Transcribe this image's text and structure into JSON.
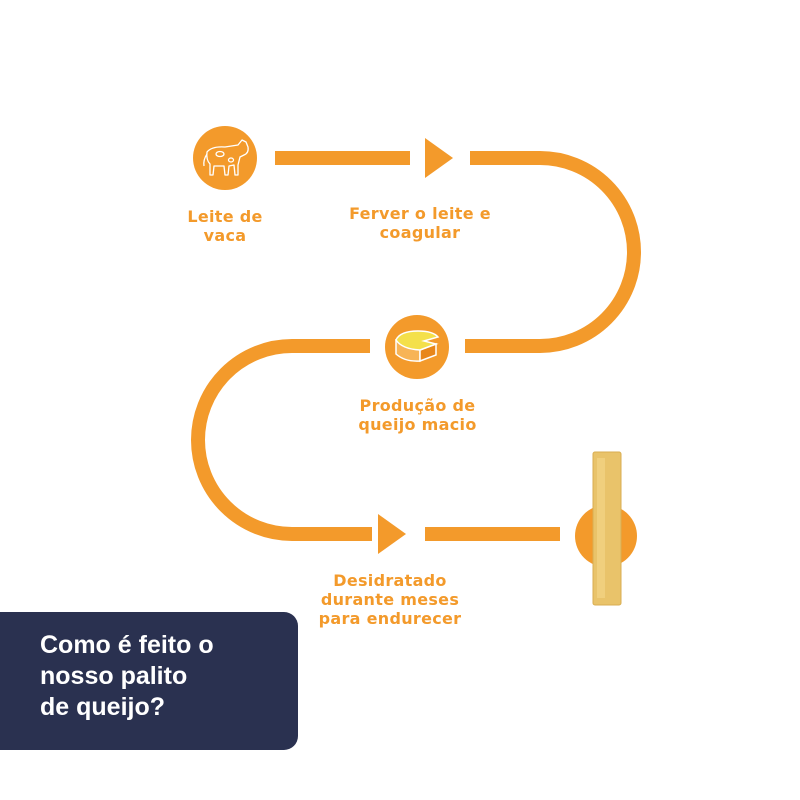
{
  "colors": {
    "accent": "#F39A2B",
    "title_bg": "#2A3150",
    "cheese_stick": "#E9C36A"
  },
  "steps": [
    {
      "icon": "cow-icon",
      "label_line1": "Leite de",
      "label_line2": "vaca"
    },
    {
      "icon": "arrow-icon",
      "label_line1": "Ferver o leite e",
      "label_line2": "coagular"
    },
    {
      "icon": "cheese-wheel-icon",
      "label_line1": "Produção de",
      "label_line2": "queijo macio"
    },
    {
      "icon": "arrow-icon",
      "label_line1": "Desidratado",
      "label_line2": "durante meses",
      "label_line3": "para endurecer"
    },
    {
      "icon": "cheese-stick-icon"
    }
  ],
  "title": {
    "line1": "Como é feito o",
    "line2": "nosso palito",
    "line3": "de queijo?"
  }
}
